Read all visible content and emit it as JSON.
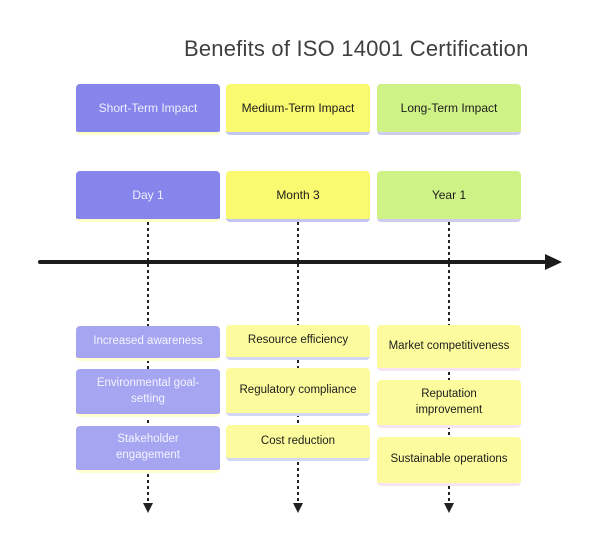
{
  "title": "Benefits of ISO 14001 Certification",
  "palette": {
    "short_term_fill": "#8585EC",
    "short_term_benefit_fill": "#A5A5F2",
    "medium_term_fill": "#FAFA70",
    "medium_term_benefit_fill": "#FCFC9E",
    "long_term_fill": "#CFF287",
    "long_term_benefit_fill": "#FCFC9E",
    "shadow_under_short_term": "#FFFFC9",
    "shadow_under_medium_term": "#C2C6F0",
    "shadow_under_long_term": "#CFCCF0",
    "shadow_under_long_term_benefits": "#F6E4F1",
    "axis_color": "#1C1C1C",
    "title_color": "#3F3F41"
  },
  "columns": [
    {
      "header": "Short-Term Impact",
      "time": "Day 1",
      "benefits": [
        "Increased awareness",
        "Environmental goal-setting",
        "Stakeholder engagement"
      ]
    },
    {
      "header": "Medium-Term Impact",
      "time": "Month 3",
      "benefits": [
        "Resource efficiency",
        "Regulatory compliance",
        "Cost reduction"
      ]
    },
    {
      "header": "Long-Term Impact",
      "time": "Year 1",
      "benefits": [
        "Market competitiveness",
        "Reputation improvement",
        "Sustainable operations"
      ]
    }
  ]
}
